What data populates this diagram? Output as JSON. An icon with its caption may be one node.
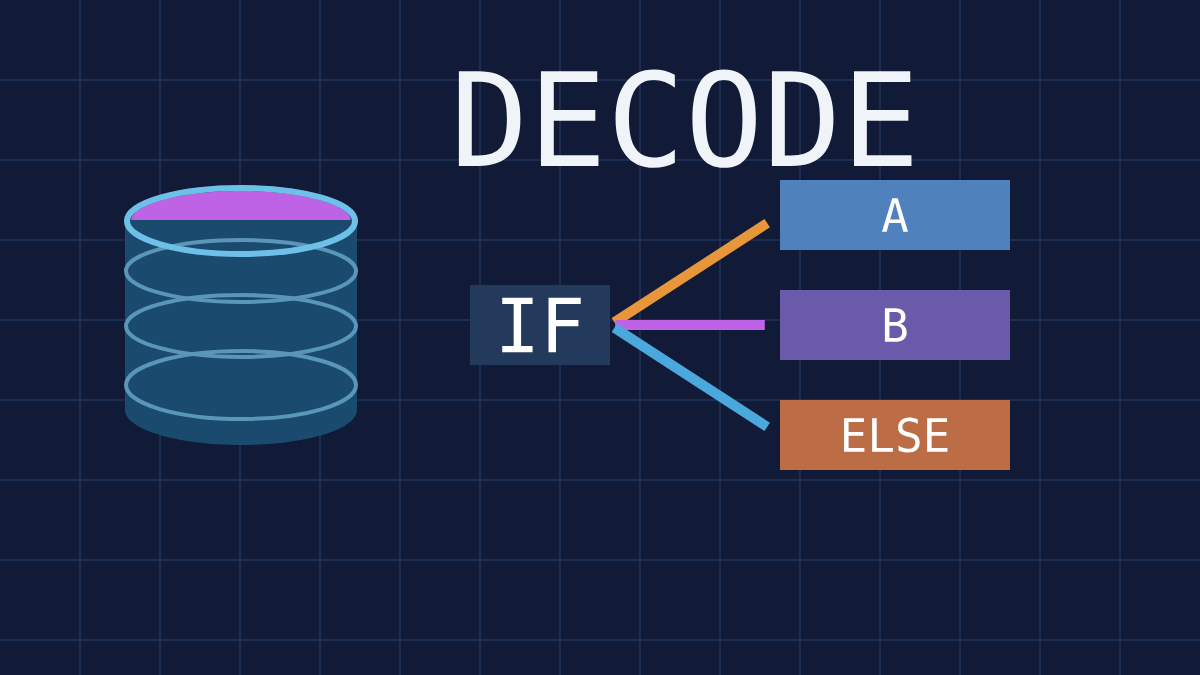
{
  "diagram": {
    "title": "DECODE",
    "nodes": [
      {
        "text": [
          "IF"
        ]
      },
      {
        "text": [
          "A"
        ]
      },
      {
        "text": [
          "B"
        ]
      },
      {
        "text": [
          "ELSE"
        ]
      }
    ],
    "edges": [
      {
        "from": 0,
        "to": 1,
        "arrow": "none",
        "color": "#e8963a"
      },
      {
        "from": 0,
        "to": 2,
        "arrow": "none",
        "color": "#bf63e6"
      },
      {
        "from": 0,
        "to": 3,
        "arrow": "none",
        "color": "#4aa8dc"
      }
    ]
  }
}
